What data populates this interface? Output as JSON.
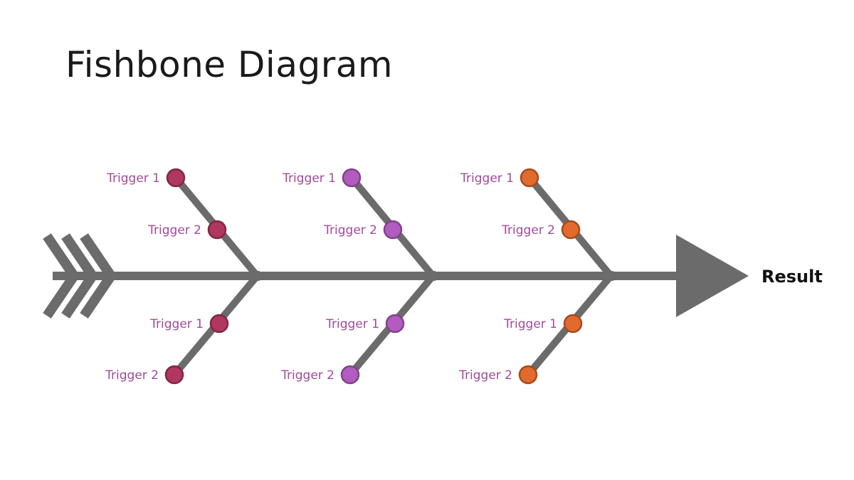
{
  "title": "Fishbone Diagram",
  "result_label": "Result",
  "label_color": "#a04a9a",
  "spine_color": "#6b6b6b",
  "groups": [
    {
      "color": "#b0375f",
      "top": [
        "Trigger 1",
        "Trigger 2"
      ],
      "bottom": [
        "Trigger 1",
        "Trigger 2"
      ]
    },
    {
      "color": "#b25bc0",
      "top": [
        "Trigger 1",
        "Trigger 2"
      ],
      "bottom": [
        "Trigger 1",
        "Trigger 2"
      ]
    },
    {
      "color": "#e26a2c",
      "top": [
        "Trigger 1",
        "Trigger 2"
      ],
      "bottom": [
        "Trigger 1",
        "Trigger 2"
      ]
    }
  ]
}
